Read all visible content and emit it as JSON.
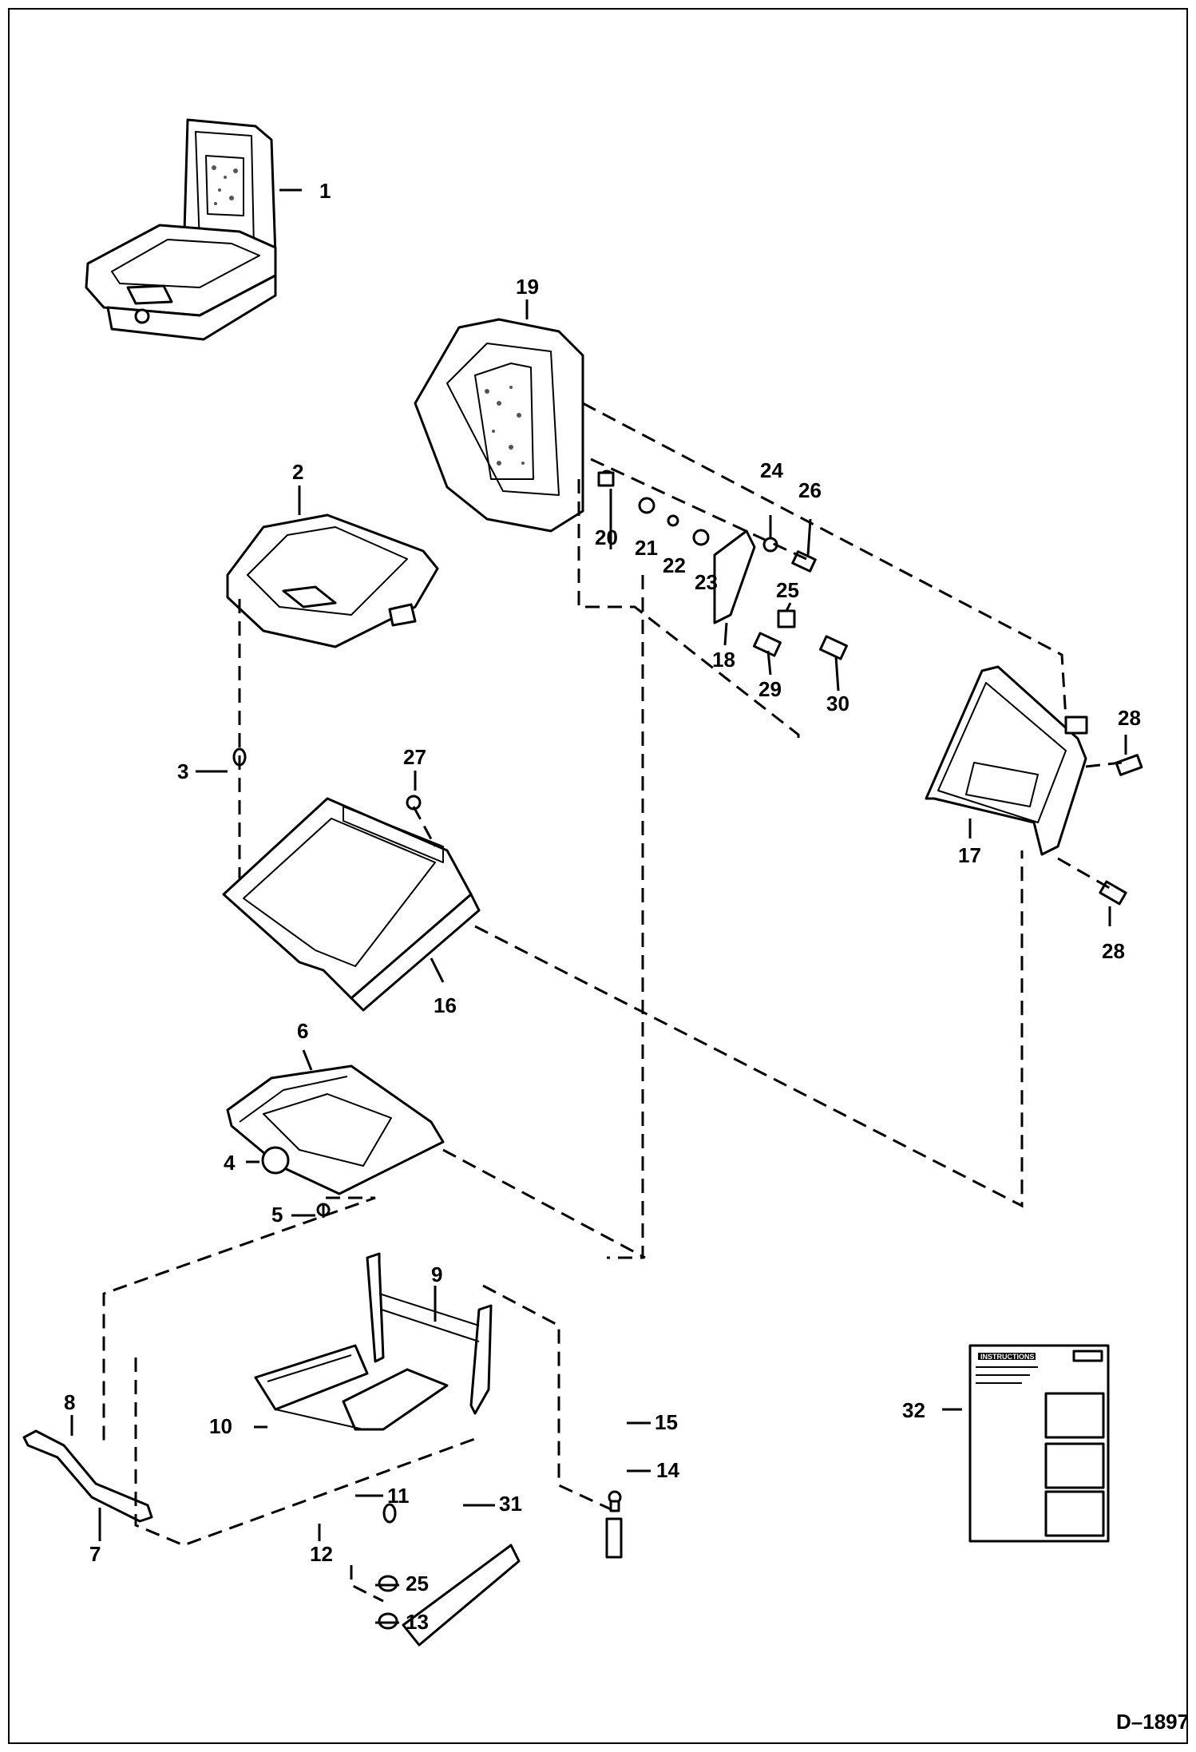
{
  "drawing_ref": "D–1897",
  "decal_header": "INSTRUCTIONS",
  "callouts": {
    "c1": "1",
    "c2": "2",
    "c3": "3",
    "c4": "4",
    "c5": "5",
    "c6": "6",
    "c7": "7",
    "c8": "8",
    "c9": "9",
    "c10": "10",
    "c11": "11",
    "c12": "12",
    "c13": "13",
    "c14": "14",
    "c15": "15",
    "c16": "16",
    "c17": "17",
    "c18": "18",
    "c19": "19",
    "c20": "20",
    "c21": "21",
    "c22": "22",
    "c23": "23",
    "c24": "24",
    "c25a": "25",
    "c25b": "25",
    "c26": "26",
    "c27": "27",
    "c28a": "28",
    "c28b": "28",
    "c29": "29",
    "c30": "30",
    "c31": "31",
    "c32": "32"
  }
}
